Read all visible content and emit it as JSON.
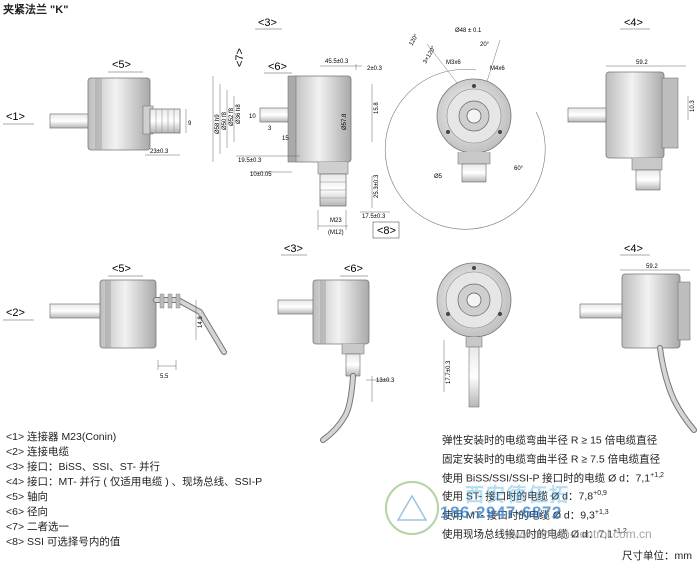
{
  "title": "夹紧法兰 \"K\"",
  "view_tags": {
    "r1_5": "<5>",
    "r1_3": "<3>",
    "r1_6": "<6>",
    "r1_7": "<7>",
    "r1_4": "<4>",
    "r1_8": "<8>",
    "r2_5": "<5>",
    "r2_3": "<3>",
    "r2_6": "<6>",
    "r2_4": "<4>"
  },
  "row_tags": {
    "row1": "<1>",
    "row2": "<2>"
  },
  "dims": {
    "d9": "9",
    "d23": "23±0.3",
    "d455": "45.5±0.3",
    "d2": "2±0.3",
    "d58": "Ø58 h9",
    "d50": "Ø50 f8",
    "d52": "Ø52 f8",
    "d36": "Ø36 h8",
    "d10": "10",
    "d3": "3",
    "d15": "15",
    "d195": "19.5±0.3",
    "d1005": "10±0.05",
    "d575": "Ø57.8",
    "d158": "15.8",
    "d253": "25.3±0.3",
    "d175": "17.5±0.3",
    "m23": "M23",
    "m12": "(M12)",
    "d3x": "3×120°",
    "d120": "120°",
    "d48": "Ø48 ± 0.1",
    "d20": "20°",
    "m3": "M3x6",
    "m4": "M4x6",
    "d60": "60°",
    "d60b": "Ø5",
    "d592": "59.2",
    "d103": "10.3",
    "r2_d148": "14.8",
    "r2_d55": "5.5",
    "r2_d13": "13±0.3",
    "r2_d177": "17.7±0.3",
    "r2_d592": "59.2"
  },
  "legend": [
    "<1> 连接器 M23(Conin)",
    "<2> 连接电缆",
    "<3> 接口：BiSS、SSI、ST- 并行",
    "<4> 接口：MT- 并行 ( 仅适用电缆 ) 、现场总线、SSI-P",
    "<5> 轴向",
    "<6> 径向",
    "<7> 二者选一",
    "<8> SSI 可选择号内的值"
  ],
  "notes": [
    {
      "text": "弹性安装时的电缆弯曲半径 R ≥ 15 倍电缆直径",
      "sup": ""
    },
    {
      "text": "固定安装时的电缆弯曲半径 R ≥ 7.5 倍电缆直径",
      "sup": ""
    },
    {
      "text": "使用 BiSS/SSI/SSI-P 接口时的电缆 Ø d：7,1",
      "sup": "+1,2"
    },
    {
      "text": "使用 ST- 接口时的电缆 Ø d：7,8",
      "sup": "+0,9"
    },
    {
      "text": "使用 MT- 接口时的电缆 Ø d：9,3",
      "sup": "+1,3"
    },
    {
      "text": "使用现场总线接口时的电缆 Ø d：7,1",
      "sup": "+1,2"
    }
  ],
  "unit": "尺寸单位：mm",
  "watermark": {
    "phone": "186-2947-6872",
    "company": "西安德伍拓",
    "url": "www.motion-control.com.cn"
  }
}
